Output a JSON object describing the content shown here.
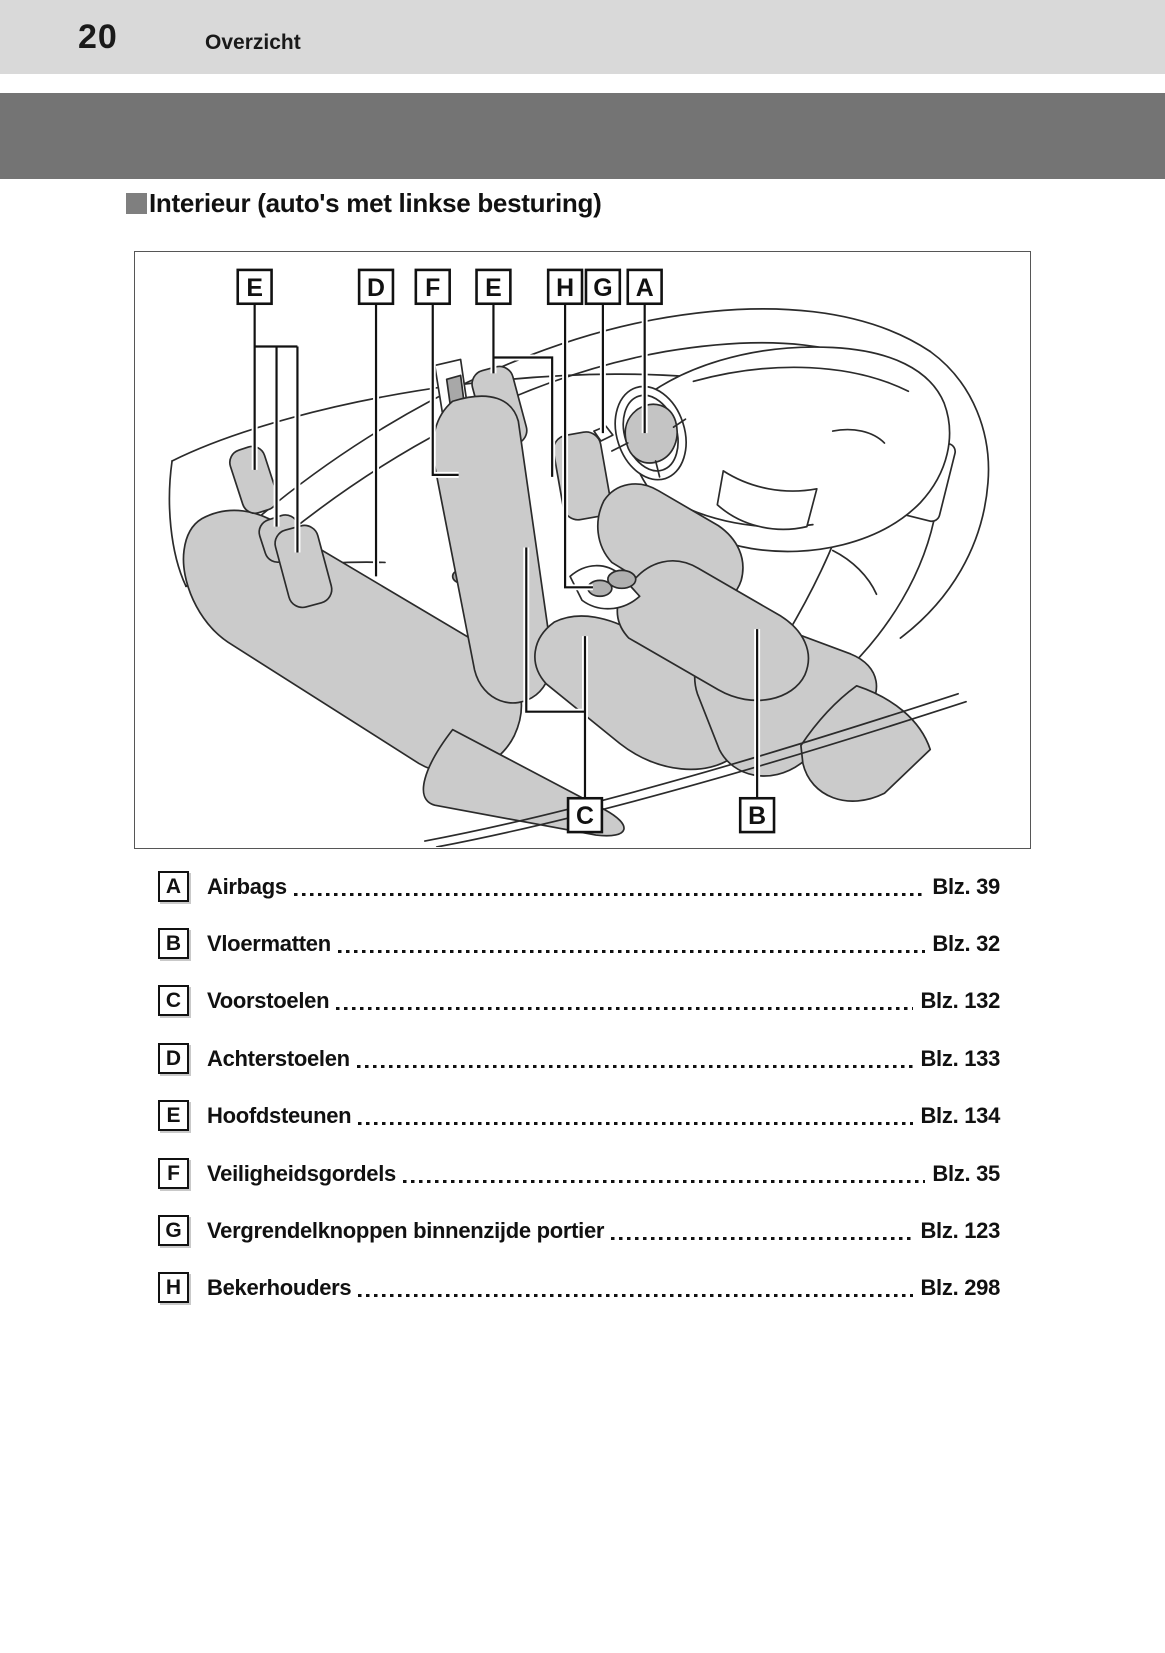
{
  "page_header": {
    "page_number": "20",
    "section_title": "Overzicht"
  },
  "heading": {
    "text": "Interieur (auto's met linkse besturing)"
  },
  "diagram": {
    "description": "Line-art of car interior, left-hand drive, viewed from front-left",
    "top_labels": [
      {
        "letter": "E"
      },
      {
        "letter": "D"
      },
      {
        "letter": "F"
      },
      {
        "letter": "E"
      },
      {
        "letter": "H"
      },
      {
        "letter": "G"
      },
      {
        "letter": "A"
      }
    ],
    "bottom_labels": [
      {
        "letter": "C"
      },
      {
        "letter": "B"
      }
    ]
  },
  "legend": {
    "items": [
      {
        "key": "A",
        "label": "Airbags",
        "page": "Blz. 39"
      },
      {
        "key": "B",
        "label": "Vloermatten",
        "page": "Blz. 32"
      },
      {
        "key": "C",
        "label": "Voorstoelen",
        "page": "Blz. 132"
      },
      {
        "key": "D",
        "label": "Achterstoelen",
        "page": "Blz. 133"
      },
      {
        "key": "E",
        "label": "Hoofdsteunen",
        "page": "Blz. 134"
      },
      {
        "key": "F",
        "label": "Veiligheidsgordels",
        "page": "Blz. 35"
      },
      {
        "key": "G",
        "label": "Vergrendelknoppen binnenzijde portier",
        "page": "Blz. 123"
      },
      {
        "key": "H",
        "label": "Bekerhouders",
        "page": "Blz. 298"
      }
    ]
  },
  "colors": {
    "header_band": "#d9d9d9",
    "section_band": "#747474",
    "seat_fill": "#cbcbcb",
    "line": "#2b2b2b"
  }
}
